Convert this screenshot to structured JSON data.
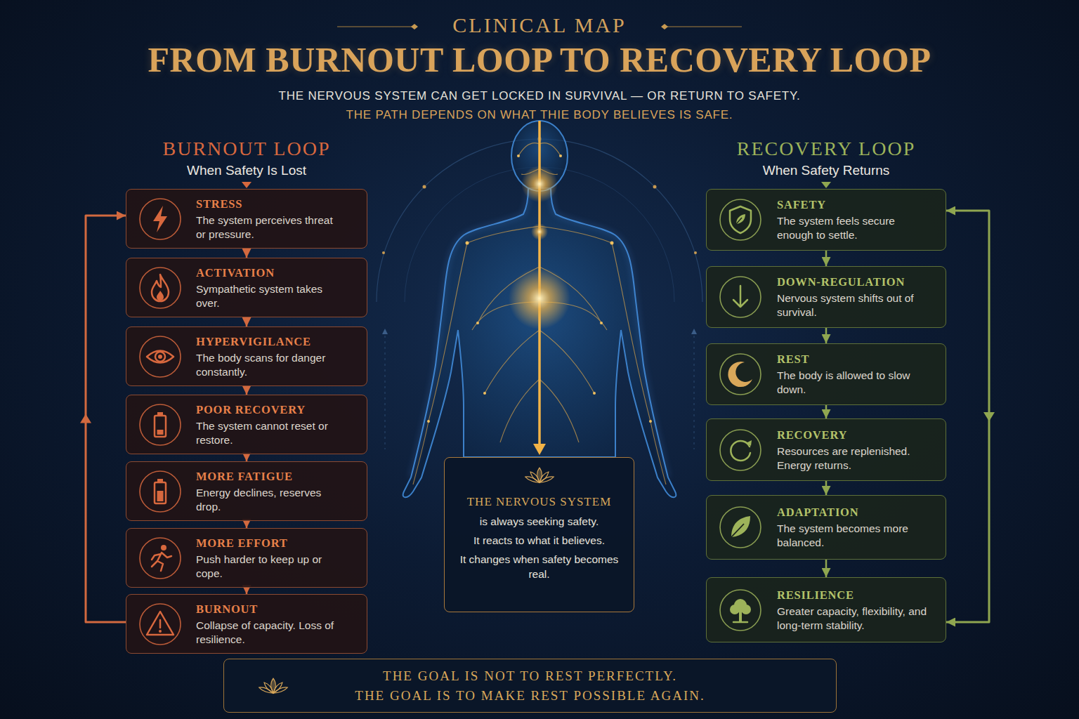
{
  "diagram": {
    "title": "FROM BURNOUT LOOP TO RECOVERY LOOP",
    "nodes": [
      {
        "text": [
          "STRESS",
          "The system perceives threat or pressure."
        ]
      },
      {
        "text": [
          "ACTIVATION",
          "Sympathetic system takes over."
        ]
      },
      {
        "text": [
          "HYPERVIGILANCE",
          "The body scans for danger constantly."
        ]
      },
      {
        "text": [
          "POOR RECOVERY",
          "The system cannot reset or restore."
        ]
      },
      {
        "text": [
          "MORE FATIGUE",
          "Energy declines, reserves drop."
        ]
      },
      {
        "text": [
          "MORE EFFORT",
          "Push harder to keep up or cope."
        ]
      },
      {
        "text": [
          "BURNOUT",
          "Collapse of capacity. Loss of resilience."
        ]
      },
      {
        "text": [
          "THE NERVOUS SYSTEM",
          "is always seeking safety.",
          "It reacts to what it believes.",
          "It changes when safety becomes real."
        ]
      },
      {
        "text": [
          "SAFETY",
          "The system feels secure enough to settle."
        ]
      },
      {
        "text": [
          "DOWN-REGULATION",
          "Nervous system shifts out of survival."
        ]
      },
      {
        "text": [
          "REST",
          "The body is allowed to slow down."
        ]
      },
      {
        "text": [
          "RECOVERY",
          "Resources are replenished. Energy returns."
        ]
      },
      {
        "text": [
          "ADAPTATION",
          "The system becomes more balanced."
        ]
      },
      {
        "text": [
          "RESILIENCE",
          "Greater capacity, flexibility, and long-term stability."
        ]
      },
      {
        "text": [
          "THE GOAL IS NOT TO REST PERFECTLY.",
          "THE GOAL IS TO MAKE REST POSSIBLE AGAIN."
        ]
      }
    ],
    "edges": [
      {
        "from": 0,
        "to": 1,
        "arrow": "to"
      },
      {
        "from": 1,
        "to": 2,
        "arrow": "to"
      },
      {
        "from": 2,
        "to": 3,
        "arrow": "to"
      },
      {
        "from": 3,
        "to": 4,
        "arrow": "to"
      },
      {
        "from": 4,
        "to": 5,
        "arrow": "to"
      },
      {
        "from": 5,
        "to": 6,
        "arrow": "to"
      },
      {
        "from": 6,
        "to": 0,
        "arrow": "to"
      },
      {
        "from": 8,
        "to": 9,
        "arrow": "to"
      },
      {
        "from": 9,
        "to": 10,
        "arrow": "to"
      },
      {
        "from": 10,
        "to": 11,
        "arrow": "to"
      },
      {
        "from": 11,
        "to": 12,
        "arrow": "to"
      },
      {
        "from": 12,
        "to": 13,
        "arrow": "to"
      },
      {
        "from": 8,
        "to": 13,
        "arrow": "both"
      }
    ],
    "labels": [
      "CLINICAL MAP",
      "THE NERVOUS SYSTEM CAN GET LOCKED IN SURVIVAL — OR RETURN TO SAFETY.",
      "THE PATH DEPENDS ON WHAT THIE BODY BELIEVES IS SAFE.",
      "BURNOUT LOOP",
      "When Safety Is Lost",
      "RECOVERY LOOP",
      "When Safety Returns"
    ]
  }
}
